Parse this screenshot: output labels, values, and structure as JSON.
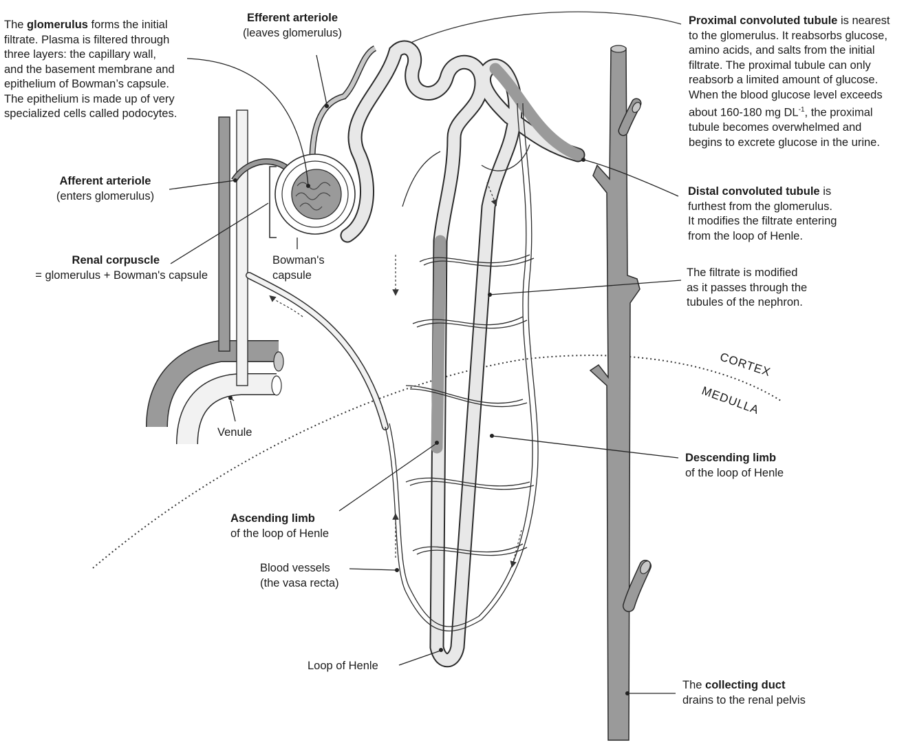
{
  "labels": {
    "glomerulus": {
      "pre": "The ",
      "bold": "glomerulus",
      "post": " forms the initial",
      "lines": [
        "filtrate. Plasma is filtered through",
        "three layers: the capillary wall,",
        "and the basement membrane and",
        "epithelium of Bowman’s capsule.",
        "The epithelium is made up of very",
        "specialized cells called podocytes."
      ]
    },
    "efferent": {
      "title": "Efferent arteriole",
      "sub": "(leaves glomerulus)"
    },
    "afferent": {
      "title": "Afferent arteriole",
      "sub": "(enters glomerulus)"
    },
    "renal_corpuscle": {
      "title": "Renal corpuscle",
      "sub": "= glomerulus + Bowman's capsule"
    },
    "bowmans": {
      "line1": "Bowman's",
      "line2": "capsule"
    },
    "venule": "Venule",
    "ascending": {
      "title": "Ascending limb",
      "sub": "of the loop of Henle"
    },
    "vasa_recta": {
      "line1": "Blood vessels",
      "line2": "(the vasa recta)"
    },
    "loop_henle": "Loop of Henle",
    "proximal": {
      "bold": "Proximal convoluted tubule",
      "post": " is nearest",
      "lines": [
        "to the glomerulus. It reabsorbs glucose,",
        "amino acids, and salts from the initial",
        "filtrate. The proximal tubule can only",
        "reabsorb a limited amount of glucose.",
        "When the blood glucose level exceeds"
      ],
      "line6_pre": "about 160-180 mg DL",
      "line6_sup": "-1",
      "line6_post": ", the proximal",
      "lines_end": [
        "tubule becomes overwhelmed and",
        "begins to excrete glucose in the urine."
      ]
    },
    "distal": {
      "bold": "Distal convoluted tubule",
      "post": " is",
      "lines": [
        "furthest from the glomerulus.",
        "It modifies the filtrate entering",
        "from the loop of Henle."
      ]
    },
    "filtrate": {
      "lines": [
        "The filtrate is modified",
        "as it passes through the",
        "tubules of the nephron."
      ]
    },
    "descending": {
      "title": "Descending limb",
      "sub": "of the loop of Henle"
    },
    "collecting": {
      "pre": "The ",
      "bold": "collecting duct",
      "sub": "drains to the renal pelvis"
    },
    "cortex": "CORTEX",
    "medulla": "MEDULLA"
  },
  "colors": {
    "vessel_fill": "#9a9a9a",
    "vessel_light": "#efefef",
    "outline": "#2a2a2a",
    "text": "#1a1a1a"
  }
}
